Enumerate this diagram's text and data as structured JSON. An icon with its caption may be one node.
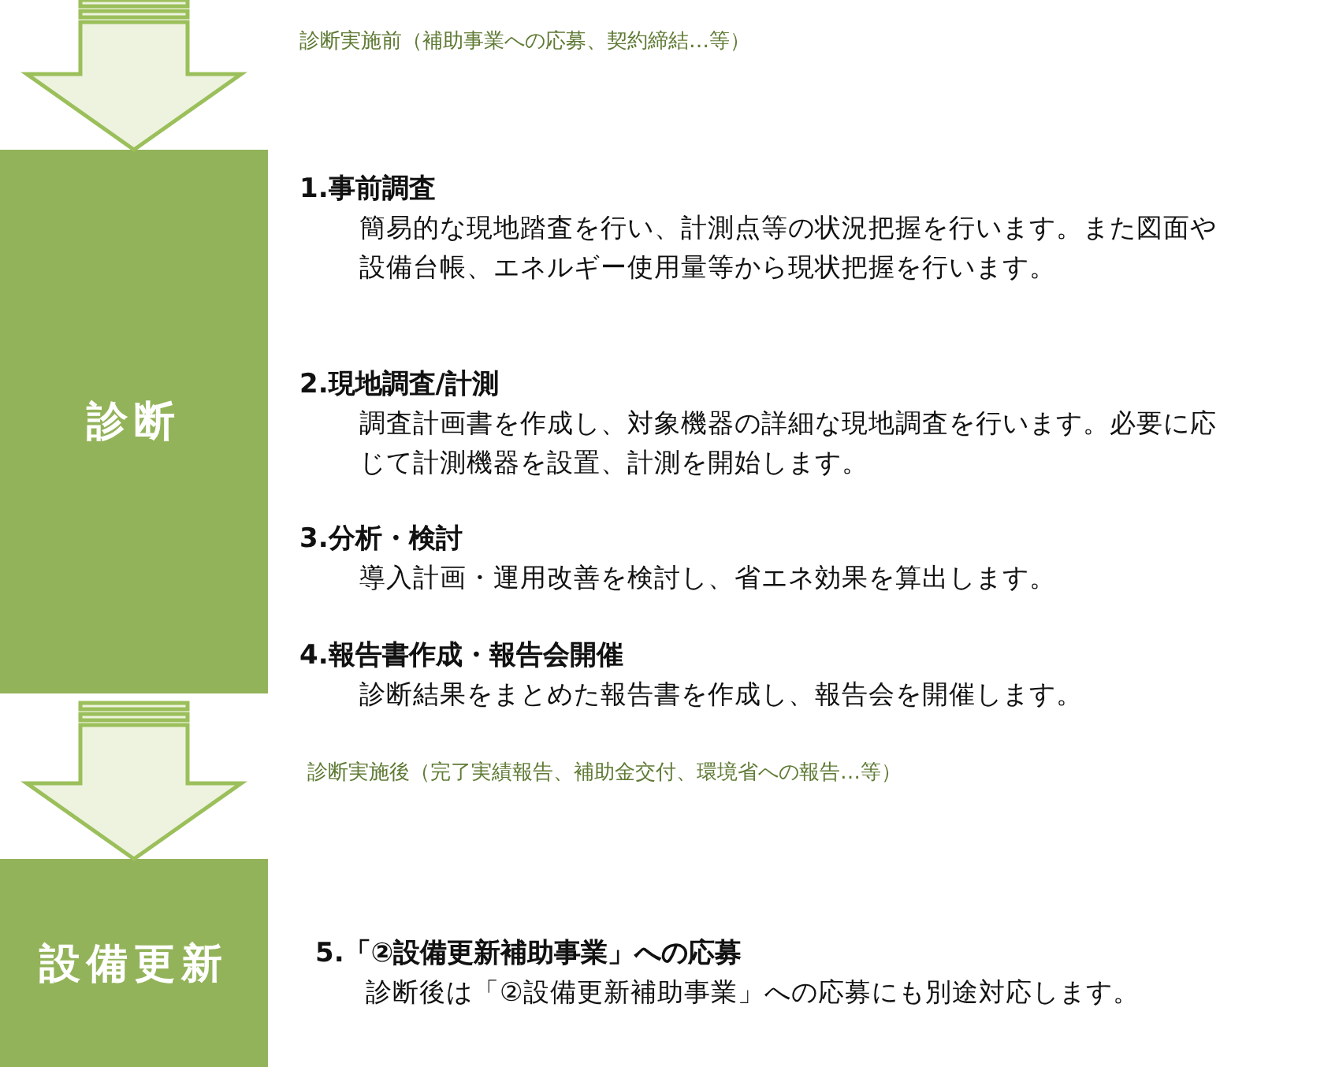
{
  "diagram": {
    "nodes": [
      {
        "text": [
          "診断"
        ]
      },
      {
        "text": [
          "設備更新"
        ]
      }
    ],
    "edges": [
      {
        "from": null,
        "to": 0,
        "arrow": "to"
      },
      {
        "from": 0,
        "to": 1,
        "arrow": "to"
      }
    ],
    "labels": [
      "診断実施前（補助事業への応募、契約締結…等）",
      "1.事前調査",
      "簡易的な現地踏査を行い、計測点等の状況把握を行います。また図面や設備台帳、エネルギー使用量等から現状把握を行います。",
      "2.現地調査/計測",
      "調査計画書を作成し、対象機器の詳細な現地調査を行います。必要に応じて計測機器を設置、計測を開始します。",
      "3.分析・検討",
      "導入計画・運用改善を検討し、省エネ効果を算出します。",
      "4.報告書作成・報告会開催",
      "診断結果をまとめた報告書を作成し、報告会を開催します。",
      "診断実施後（完了実績報告、補助金交付、環境省への報告…等）",
      "5.「②設備更新補助事業」への応募",
      "診断後は「②設備更新補助事業」への応募にも別途対応します。"
    ]
  }
}
